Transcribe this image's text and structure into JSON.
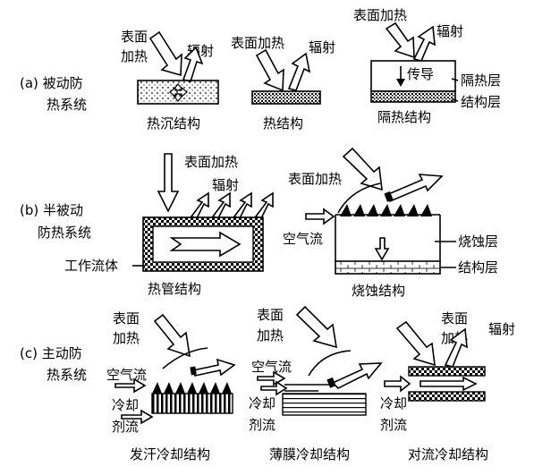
{
  "rows": {
    "a": {
      "label_line1": "(a) 被动防",
      "label_line2": "热系统"
    },
    "b": {
      "label_line1": "(b) 半被动",
      "label_line2": "防热系统"
    },
    "c": {
      "label_line1": "(c) 主动防",
      "label_line2": "热系统"
    }
  },
  "labels": {
    "surface_heating": "表面加热",
    "surface": "表面",
    "heating": "加热",
    "radiation": "辐射",
    "conduction": "传导",
    "insulation_layer": "隔热层",
    "structure_layer": "结构层",
    "air_flow": "空气流",
    "ablation_layer": "烧蚀层",
    "working_fluid": "工作流体",
    "coolant_1": "冷却",
    "coolant_2": "剂流"
  },
  "captions": {
    "heat_sink": "热沉结构",
    "hot_structure": "热结构",
    "insulated_structure": "隔热结构",
    "heat_pipe": "热管结构",
    "ablative": "烧蚀结构",
    "transpiration": "发汗冷却结构",
    "film_cooling": "薄膜冷却结构",
    "convection_cooling": "对流冷却结构"
  }
}
